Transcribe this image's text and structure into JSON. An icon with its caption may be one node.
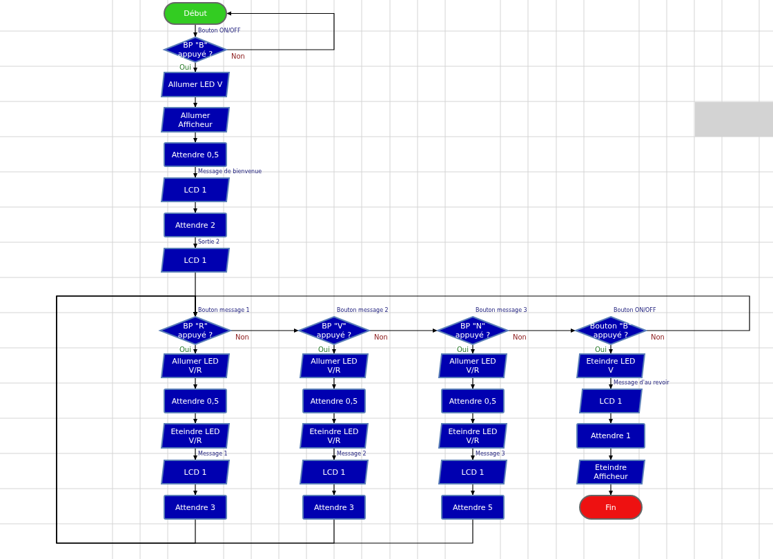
{
  "diagram": {
    "nodes": [
      {
        "text": [
          "Début"
        ]
      },
      {
        "text": [
          "BP \"B\" appuyé ?"
        ],
        "beside": [
          "Bouton ON/OFF"
        ]
      },
      {
        "text": [
          "Allumer LED V"
        ]
      },
      {
        "text": [
          "Allumer Afficheur"
        ]
      },
      {
        "text": [
          "Attendre 0,5"
        ]
      },
      {
        "text": [
          "LCD 1"
        ],
        "beside": [
          "Message de bienvenue"
        ]
      },
      {
        "text": [
          "Attendre 2"
        ]
      },
      {
        "text": [
          "LCD 1"
        ],
        "beside": [
          "Sortie 2"
        ]
      },
      {
        "text": [
          "BP \"R\" appuyé ?"
        ],
        "beside": [
          "Bouton message 1"
        ]
      },
      {
        "text": [
          "Allumer LED V/R"
        ]
      },
      {
        "text": [
          "Attendre 0,5"
        ]
      },
      {
        "text": [
          "Eteindre LED V/R"
        ]
      },
      {
        "text": [
          "LCD 1"
        ],
        "beside": [
          "Message 1"
        ]
      },
      {
        "text": [
          "Attendre 3"
        ]
      },
      {
        "text": [
          "BP \"V\" appuyé ?"
        ],
        "beside": [
          "Bouton message 2"
        ]
      },
      {
        "text": [
          "Allumer LED V/R"
        ]
      },
      {
        "text": [
          "Attendre 0,5"
        ]
      },
      {
        "text": [
          "Eteindre LED V/R"
        ]
      },
      {
        "text": [
          "LCD 1"
        ],
        "beside": [
          "Message 2"
        ]
      },
      {
        "text": [
          "Attendre 3"
        ]
      },
      {
        "text": [
          "BP \"N\" appuyé ?"
        ],
        "beside": [
          "Bouton message 3"
        ]
      },
      {
        "text": [
          "Allumer LED V/R"
        ]
      },
      {
        "text": [
          "Attendre 0,5"
        ]
      },
      {
        "text": [
          "Eteindre LED V/R"
        ]
      },
      {
        "text": [
          "LCD 1"
        ],
        "beside": [
          "Message 3"
        ]
      },
      {
        "text": [
          "Attendre 5"
        ]
      },
      {
        "text": [
          "Bouton \"B\" appuyé ?"
        ],
        "beside": [
          "Bouton ON/OFF"
        ]
      },
      {
        "text": [
          "Eteindre LED V"
        ]
      },
      {
        "text": [
          "LCD 1"
        ],
        "beside": [
          "Message d'au revoir"
        ]
      },
      {
        "text": [
          "Attendre 1"
        ]
      },
      {
        "text": [
          "Eteindre Afficheur"
        ]
      },
      {
        "text": [
          "Fin"
        ]
      }
    ],
    "edges": [
      {
        "from": 0,
        "to": 1,
        "arrow": "to"
      },
      {
        "from": 1,
        "to": 2,
        "arrow": "to",
        "label": "Oui"
      },
      {
        "from": 1,
        "to": 0,
        "arrow": "to",
        "label": "Non"
      },
      {
        "from": 2,
        "to": 3,
        "arrow": "to"
      },
      {
        "from": 3,
        "to": 4,
        "arrow": "to"
      },
      {
        "from": 4,
        "to": 5,
        "arrow": "to"
      },
      {
        "from": 5,
        "to": 6,
        "arrow": "to"
      },
      {
        "from": 6,
        "to": 7,
        "arrow": "to"
      },
      {
        "from": 7,
        "to": 8,
        "arrow": "to"
      },
      {
        "from": 8,
        "to": 9,
        "arrow": "to",
        "label": "Oui"
      },
      {
        "from": 8,
        "to": 14,
        "arrow": "to",
        "label": "Non"
      },
      {
        "from": 9,
        "to": 10,
        "arrow": "to"
      },
      {
        "from": 10,
        "to": 11,
        "arrow": "to"
      },
      {
        "from": 11,
        "to": 12,
        "arrow": "to"
      },
      {
        "from": 12,
        "to": 13,
        "arrow": "to"
      },
      {
        "from": 13,
        "to": 8,
        "arrow": "to"
      },
      {
        "from": 14,
        "to": 15,
        "arrow": "to",
        "label": "Oui"
      },
      {
        "from": 14,
        "to": 20,
        "arrow": "to",
        "label": "Non"
      },
      {
        "from": 15,
        "to": 16,
        "arrow": "to"
      },
      {
        "from": 16,
        "to": 17,
        "arrow": "to"
      },
      {
        "from": 17,
        "to": 18,
        "arrow": "to"
      },
      {
        "from": 18,
        "to": 19,
        "arrow": "to"
      },
      {
        "from": 19,
        "to": 8,
        "arrow": "to"
      },
      {
        "from": 20,
        "to": 21,
        "arrow": "to",
        "label": "Oui"
      },
      {
        "from": 20,
        "to": 26,
        "arrow": "to",
        "label": "Non"
      },
      {
        "from": 21,
        "to": 22,
        "arrow": "to"
      },
      {
        "from": 22,
        "to": 23,
        "arrow": "to"
      },
      {
        "from": 23,
        "to": 24,
        "arrow": "to"
      },
      {
        "from": 24,
        "to": 25,
        "arrow": "to"
      },
      {
        "from": 25,
        "to": 8,
        "arrow": "to"
      },
      {
        "from": 26,
        "to": 27,
        "arrow": "to",
        "label": "Oui"
      },
      {
        "from": 26,
        "to": 8,
        "arrow": "to",
        "label": "Non"
      },
      {
        "from": 27,
        "to": 28,
        "arrow": "to"
      },
      {
        "from": 28,
        "to": 29,
        "arrow": "to"
      },
      {
        "from": 29,
        "to": 30,
        "arrow": "to"
      },
      {
        "from": 30,
        "to": 31,
        "arrow": "to"
      }
    ]
  }
}
